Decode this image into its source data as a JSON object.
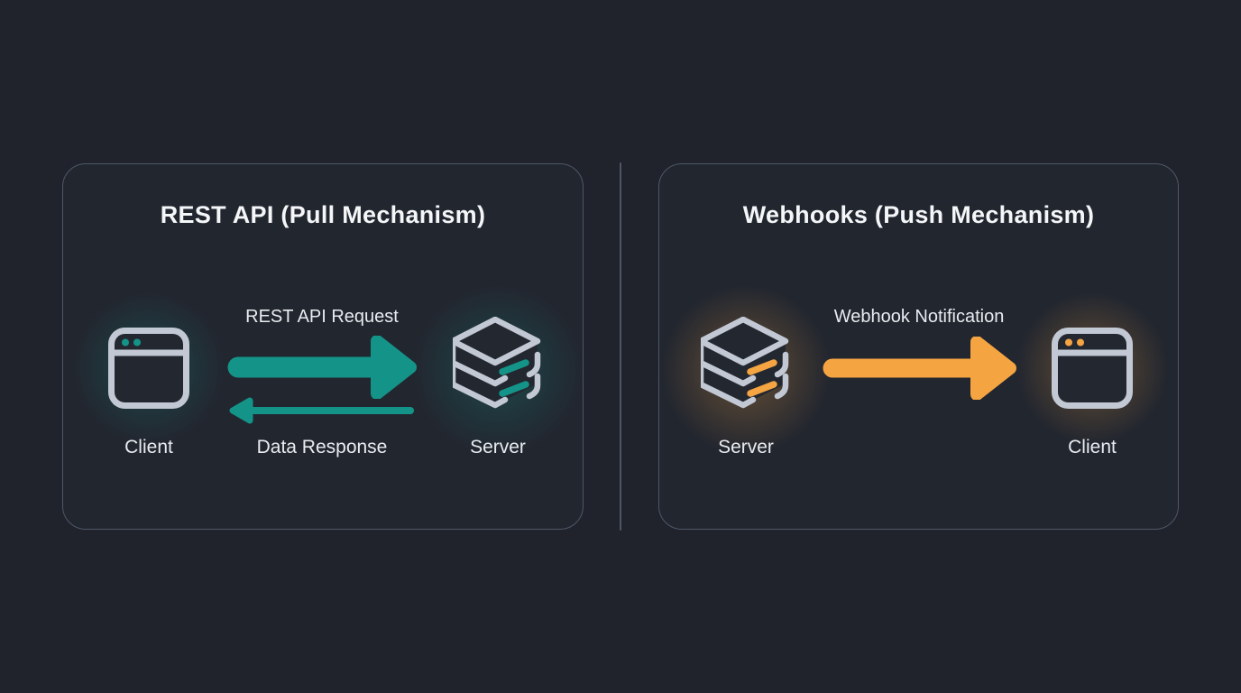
{
  "colors": {
    "background": "#20232c",
    "panel_bg": "#22262f",
    "panel_border": "#4e5766",
    "divider": "#8a93a3",
    "teal": "#149489",
    "orange": "#f5a442",
    "icon_stroke": "#c3c9d4",
    "icon_fill": "#232730",
    "label_text": "#e8ebef",
    "title_text": "#f4f6f8"
  },
  "panels": [
    {
      "id": "rest-api",
      "title": "REST API (Pull Mechanism)",
      "accent": "teal",
      "nodes": {
        "left": {
          "icon": "browser-window",
          "label": "Client"
        },
        "right": {
          "icon": "server-stack",
          "label": "Server"
        }
      },
      "arrows": {
        "request": {
          "label": "REST API Request",
          "direction": "right"
        },
        "response": {
          "label": "Data Response",
          "direction": "left"
        }
      }
    },
    {
      "id": "webhooks",
      "title": "Webhooks (Push Mechanism)",
      "accent": "orange",
      "nodes": {
        "left": {
          "icon": "server-stack",
          "label": "Server"
        },
        "right": {
          "icon": "browser-window",
          "label": "Client"
        }
      },
      "arrows": {
        "notification": {
          "label": "Webhook Notification",
          "direction": "right"
        }
      }
    }
  ]
}
